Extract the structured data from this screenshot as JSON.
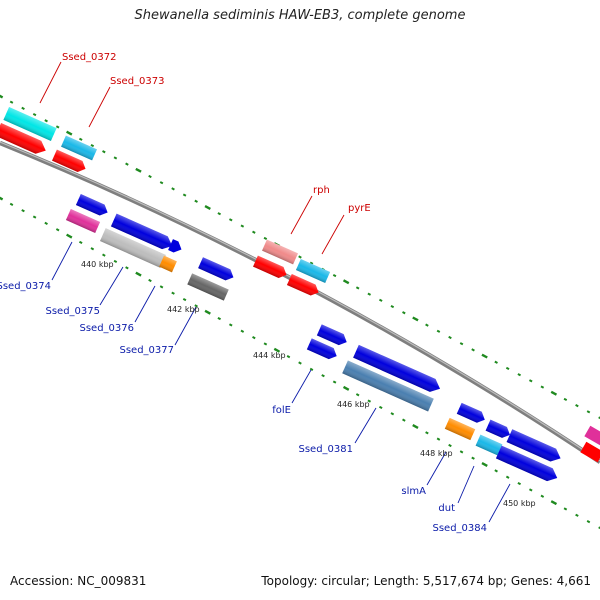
{
  "title": "Shewanella sediminis HAW-EB3, complete genome",
  "footer": {
    "accession": "Accession: NC_009831",
    "summary": "Topology: circular; Length: 5,517,674 bp; Genes: 4,661"
  },
  "colors": {
    "backbone": "#8a8a8a",
    "tick": "#1f8a1f",
    "label_red": "#cc0000",
    "label_blue": "#0a1aa8"
  },
  "ticks": [
    "440 kbp",
    "442 kbp",
    "444 kbp",
    "446 kbp",
    "448 kbp",
    "450 kbp"
  ],
  "genes_top": [
    {
      "name": "Ssed_0372",
      "color": "#00e6e6"
    },
    {
      "name": "Ssed_0373",
      "color": "#1ab8e8"
    },
    {
      "name": "rph",
      "color": "#f08a8a"
    },
    {
      "name": "pyrE",
      "color": "#1ab8e8"
    }
  ],
  "genes_bottom": [
    {
      "name": "Ssed_0374",
      "color": "#e0309a"
    },
    {
      "name": "Ssed_0375",
      "color": "#bdbdbd"
    },
    {
      "name": "Ssed_0376",
      "color": "#ff8c00"
    },
    {
      "name": "Ssed_0377",
      "color": "#666666"
    },
    {
      "name": "folE",
      "color": "#0000dd"
    },
    {
      "name": "Ssed_0381",
      "color": "#4a7fb0"
    },
    {
      "name": "slmA",
      "color": "#ff8c00"
    },
    {
      "name": "dut",
      "color": "#1ab8e8"
    },
    {
      "name": "Ssed_0384",
      "color": "#0000dd"
    }
  ]
}
